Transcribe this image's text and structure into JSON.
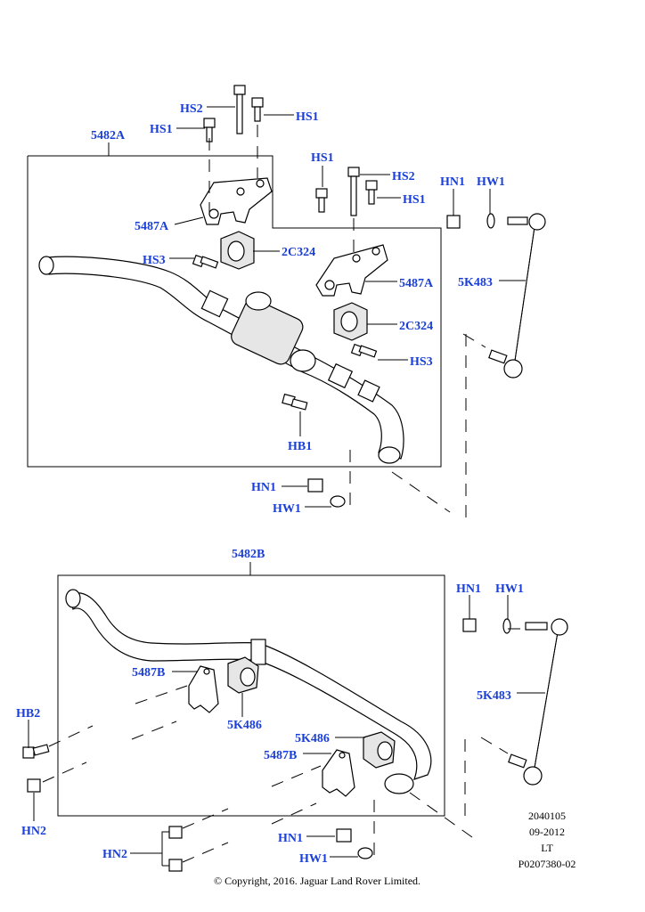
{
  "labels": {
    "hs2_top": "HS2",
    "hs1_top_right": "HS1",
    "hs1_top_left": "HS1",
    "front_bar": "5482A",
    "hs1_mid": "HS1",
    "hs2_mid": "HS2",
    "hs1_mid_right": "HS1",
    "hn1_top": "HN1",
    "hw1_top": "HW1",
    "bracket_front_left": "5487A",
    "bush_front_left": "2C324",
    "hs3_left": "HS3",
    "bracket_front_right": "5487A",
    "link_front": "5K483",
    "bush_front_right": "2C324",
    "hs3_right": "HS3",
    "hb1": "HB1",
    "hn1_lower": "HN1",
    "hw1_lower": "HW1",
    "rear_bar": "5482B",
    "hn1_rear": "HN1",
    "hw1_rear": "HW1",
    "bracket_rear_left": "5487B",
    "link_rear": "5K483",
    "hb2": "HB2",
    "bush_rear_left": "5K486",
    "bush_rear_right": "5K486",
    "bracket_rear_right": "5487B",
    "hn2_left": "HN2",
    "hn2_bottom": "HN2",
    "hn1_bottom": "HN1",
    "hw1_bottom": "HW1"
  },
  "info_block": {
    "line1": "2040105",
    "line2": "09-2012",
    "line3": "LT",
    "line4": "P0207380-02"
  },
  "copyright": "© Copyright, 2016. Jaguar Land Rover Limited.",
  "colors": {
    "label": "#1a3fd6",
    "line": "#000000"
  }
}
